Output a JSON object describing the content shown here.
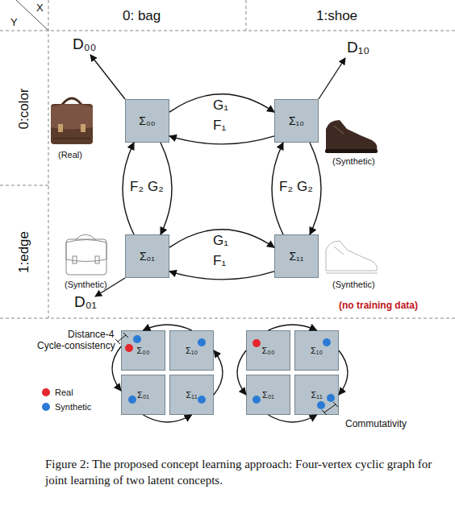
{
  "diagram": {
    "caption": "Figure 2: The proposed concept learning approach: Four-vertex cyclic graph for joint learning of two latent concepts.",
    "nodes": [
      {
        "text": [
          "Σ₀₀"
        ]
      },
      {
        "text": [
          "Σ₁₀"
        ]
      },
      {
        "text": [
          "Σ₀₁"
        ]
      },
      {
        "text": [
          "Σ₁₁"
        ]
      },
      {
        "text": [
          "Σ₀₀"
        ]
      },
      {
        "text": [
          "Σ₁₀"
        ]
      },
      {
        "text": [
          "Σ₀₁"
        ]
      },
      {
        "text": [
          "Σ₁₁"
        ]
      },
      {
        "text": [
          "Σ₀₀"
        ]
      },
      {
        "text": [
          "Σ₁₀"
        ]
      },
      {
        "text": [
          "Σ₀₁"
        ]
      },
      {
        "text": [
          "Σ₁₁"
        ]
      }
    ],
    "edges": [
      {
        "from": 0,
        "to": 1,
        "arrow": "to",
        "label": "G₁"
      },
      {
        "from": 1,
        "to": 0,
        "arrow": "to",
        "label": "F₁"
      },
      {
        "from": 2,
        "to": 0,
        "arrow": "to",
        "label": "F₂"
      },
      {
        "from": 0,
        "to": 2,
        "arrow": "to",
        "label": "G₂"
      },
      {
        "from": 3,
        "to": 1,
        "arrow": "to",
        "label": "F₂"
      },
      {
        "from": 1,
        "to": 3,
        "arrow": "to",
        "label": "G₂"
      },
      {
        "from": 2,
        "to": 3,
        "arrow": "to",
        "label": "G₁"
      },
      {
        "from": 3,
        "to": 2,
        "arrow": "to",
        "label": "F₁"
      },
      {
        "from": 4,
        "to": 6,
        "arrow": "to"
      },
      {
        "from": 6,
        "to": 7,
        "arrow": "to"
      },
      {
        "from": 7,
        "to": 5,
        "arrow": "to"
      },
      {
        "from": 5,
        "to": 4,
        "arrow": "to"
      },
      {
        "from": 8,
        "to": 9,
        "arrow": "to"
      },
      {
        "from": 9,
        "to": 11,
        "arrow": "to"
      },
      {
        "from": 8,
        "to": 10,
        "arrow": "to"
      },
      {
        "from": 10,
        "to": 11,
        "arrow": "to"
      }
    ],
    "labels": [
      "X",
      "Y",
      "0: bag",
      "1:shoe",
      "0:color",
      "1:edge",
      "D₀₀",
      "D₁₀",
      "(Real)",
      "(Synthetic)",
      "(Synthetic)",
      "D₀₁",
      "(Synthetic)",
      "(no training data)",
      "Distance-4",
      "Cycle-consistency",
      "Commutativity"
    ],
    "legend": [
      {
        "text": "Real",
        "color": "#e5262c"
      },
      {
        "text": "Synthetic",
        "color": "#2b7bd6"
      }
    ]
  }
}
